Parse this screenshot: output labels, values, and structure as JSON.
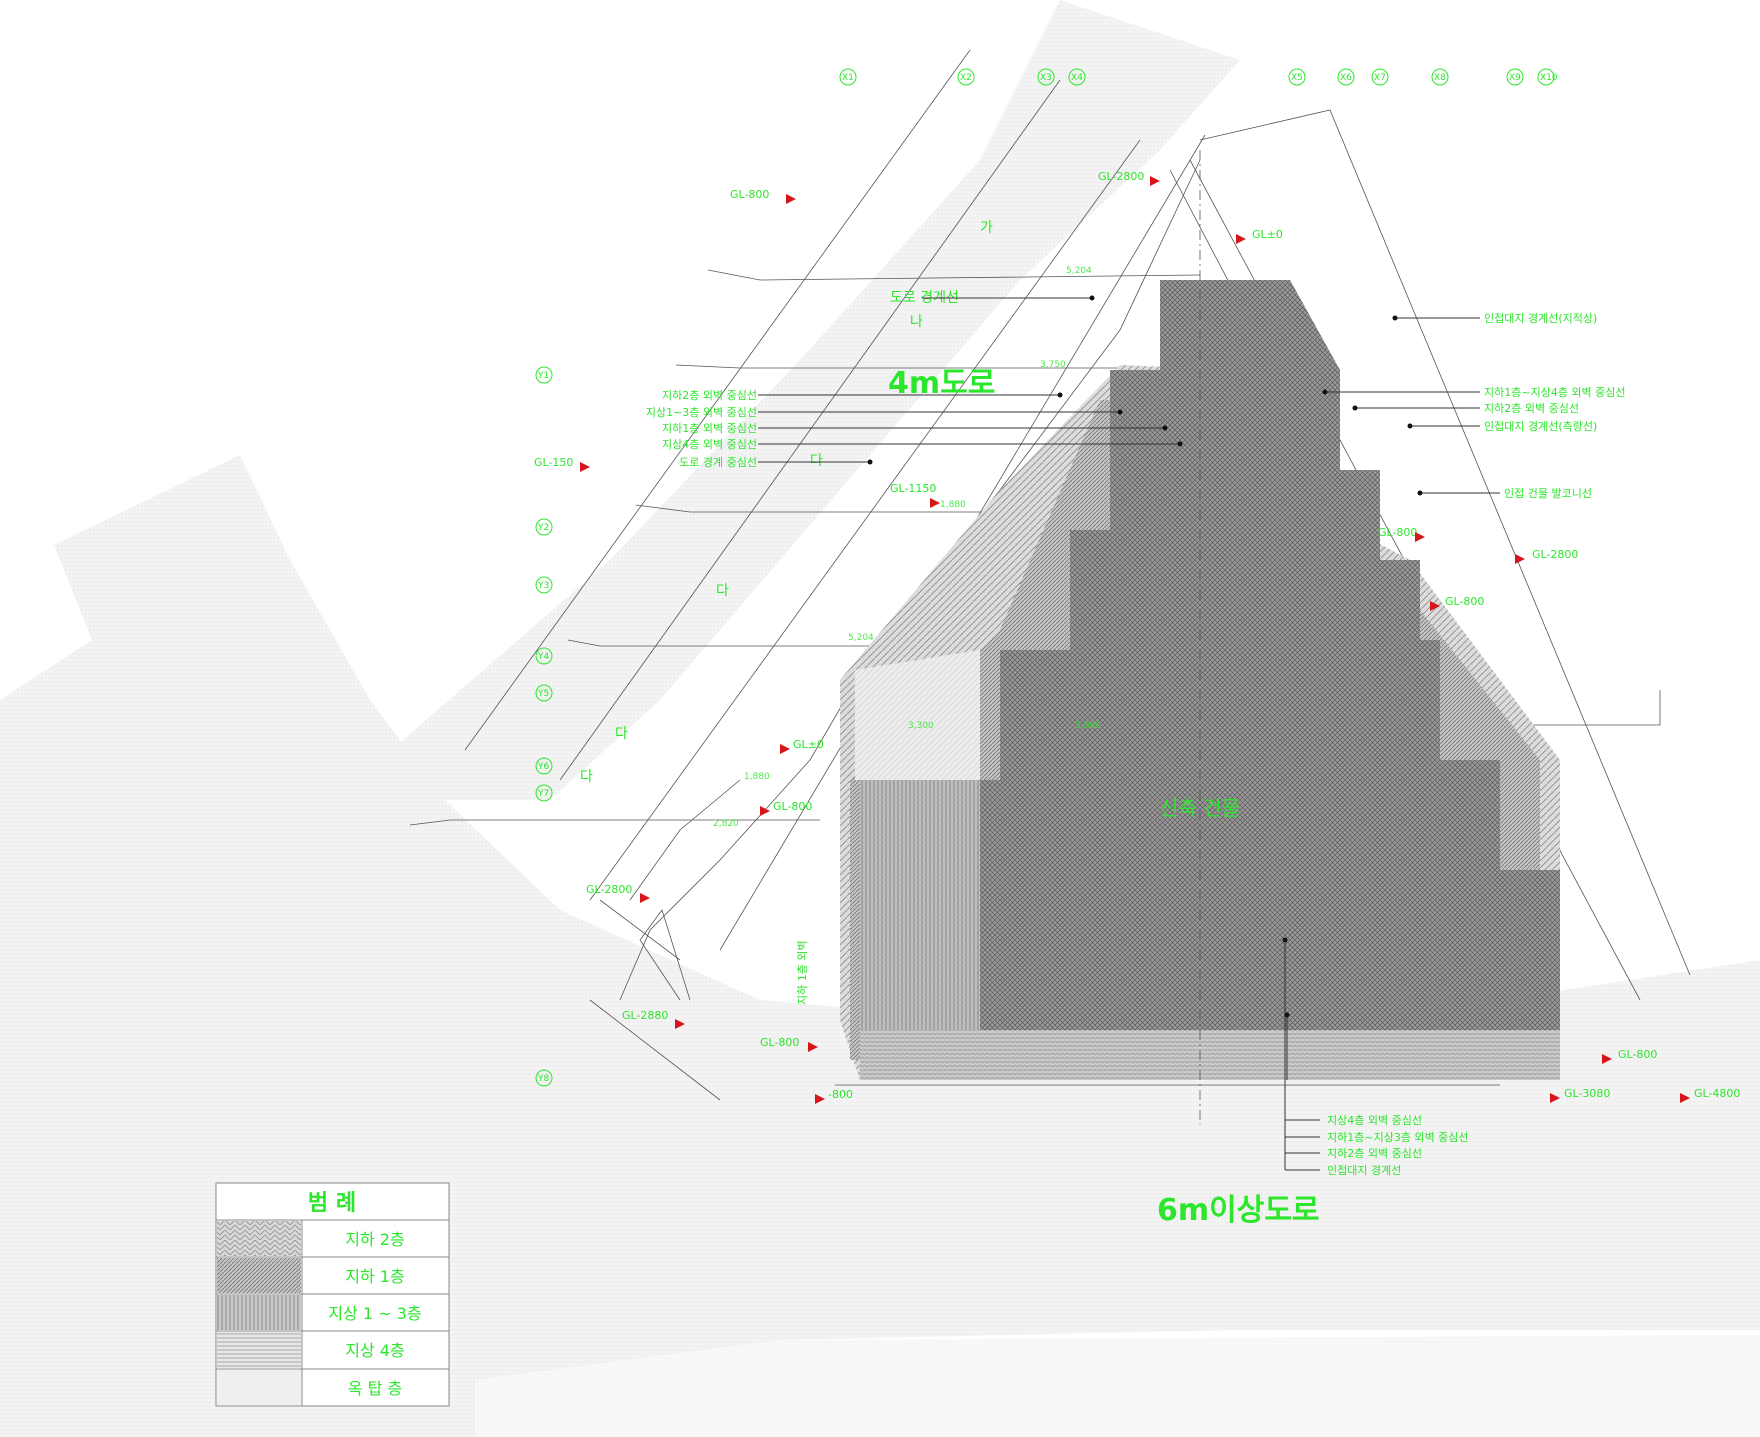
{
  "axis_markers": [
    "X1",
    "X2",
    "X3",
    "X4",
    "X5",
    "X6",
    "X7",
    "X8",
    "X9",
    "X10",
    "Y1",
    "Y2",
    "Y3",
    "Y4",
    "Y5",
    "Y6",
    "Y7",
    "Y8"
  ],
  "area_labels": {
    "road_4m": "4m도로",
    "road_6m": "6m이상도로",
    "building": "신축 건물",
    "ga": "가",
    "na": "나",
    "da1": "다",
    "da2": "다",
    "da3": "다",
    "da4": "다",
    "road_boundary": "도로 경계선",
    "vertical_note": "지하 1층 외벽"
  },
  "left_callouts": [
    "지하2층 외벽 중심선",
    "지상1~3층 외벽 중심선",
    "지하1층 외벽 중심선",
    "지상4층 외벽 중심선",
    "도로 경계 중심선"
  ],
  "right_callouts": [
    "인접대지 경계선(지적상)",
    "지하1층~지상4층 외벽 중심선",
    "지하2층 외벽 중심선",
    "인접대지 경계선(측량선)",
    "인접 건물 발코니선"
  ],
  "bottom_callouts": [
    "지상4층 외벽 중심선",
    "지하1층~지상3층 외벽 중심선",
    "지하2층 외벽 중심선",
    "인접대지 경계선"
  ],
  "levels": [
    "GL-800",
    "GL-2800",
    "GL±0",
    "GL-1150",
    "GL-2800",
    "GL-800",
    "GL-150",
    "GL-800",
    "GL±0",
    "GL-800",
    "GL-2800",
    "GL-2880",
    "GL-800",
    "-800",
    "GL-800",
    "GL-3080",
    "GL-4800"
  ],
  "dimensions": [
    "5,204",
    "3,750",
    "1,880",
    "5,204",
    "1,880",
    "2,820",
    "3,300",
    "3,000"
  ],
  "legend": {
    "title": "범    례",
    "rows": [
      {
        "label": "지하  2층",
        "pattern": "herringbone"
      },
      {
        "label": "지하  1층",
        "pattern": "diagonal-dense"
      },
      {
        "label": "지상 1 ~ 3층",
        "pattern": "vertical"
      },
      {
        "label": "지상  4층",
        "pattern": "horizontal"
      },
      {
        "label": "옥  탑  층",
        "pattern": "plain"
      }
    ]
  },
  "colors": {
    "annotation": "#2ce62c",
    "level_marker": "#d6161a",
    "road_fill": "#efefef",
    "line": "#555555"
  }
}
